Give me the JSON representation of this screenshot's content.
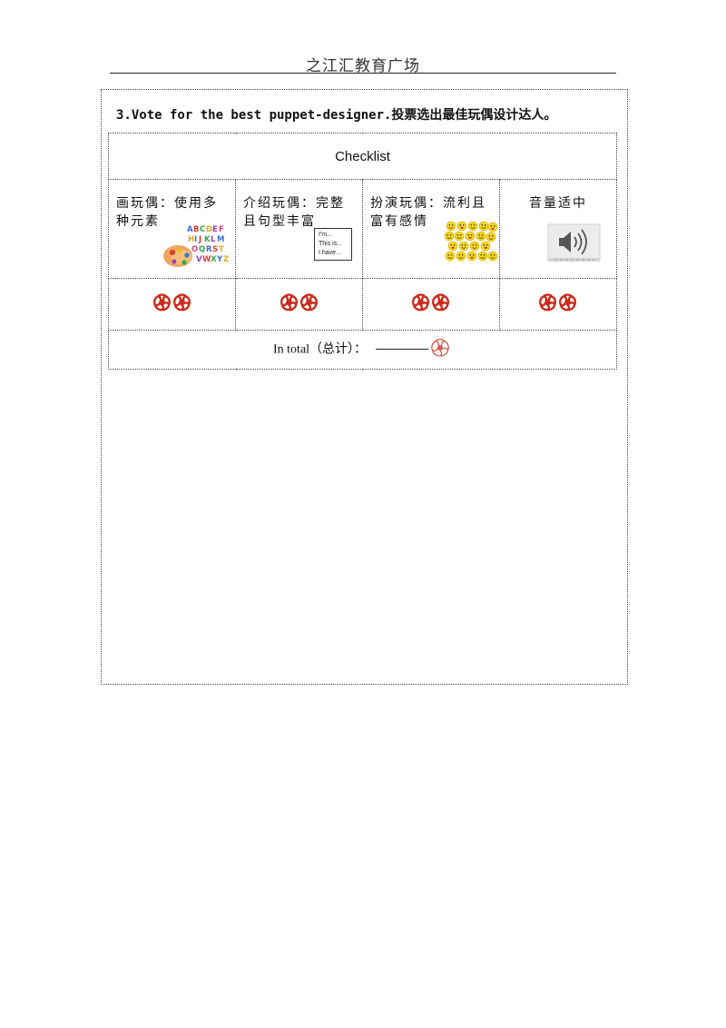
{
  "header": {
    "title": "之江汇教育广场"
  },
  "task": {
    "title": "3.Vote for the best puppet-designer.投票选出最佳玩偶设计达人。"
  },
  "checklist": {
    "heading": "Checklist",
    "criteria": [
      {
        "label": "画玩偶：使用多种元素",
        "icon": "palette-and-letters-icon"
      },
      {
        "label": "介绍玩偶：完整且句型丰富",
        "icon": "sentence-card-icon",
        "card_lines": [
          "I'm...",
          "This is...",
          "I have..."
        ]
      },
      {
        "label": "扮演玩偶：流利且富有感情",
        "icon": "emoji-faces-icon"
      },
      {
        "label": "音量适中",
        "icon": "speaker-volume-icon"
      }
    ],
    "total_label": "In total（总计）：",
    "flower_color": "#cc2a1a",
    "total_flower_color": "#d8503f"
  }
}
